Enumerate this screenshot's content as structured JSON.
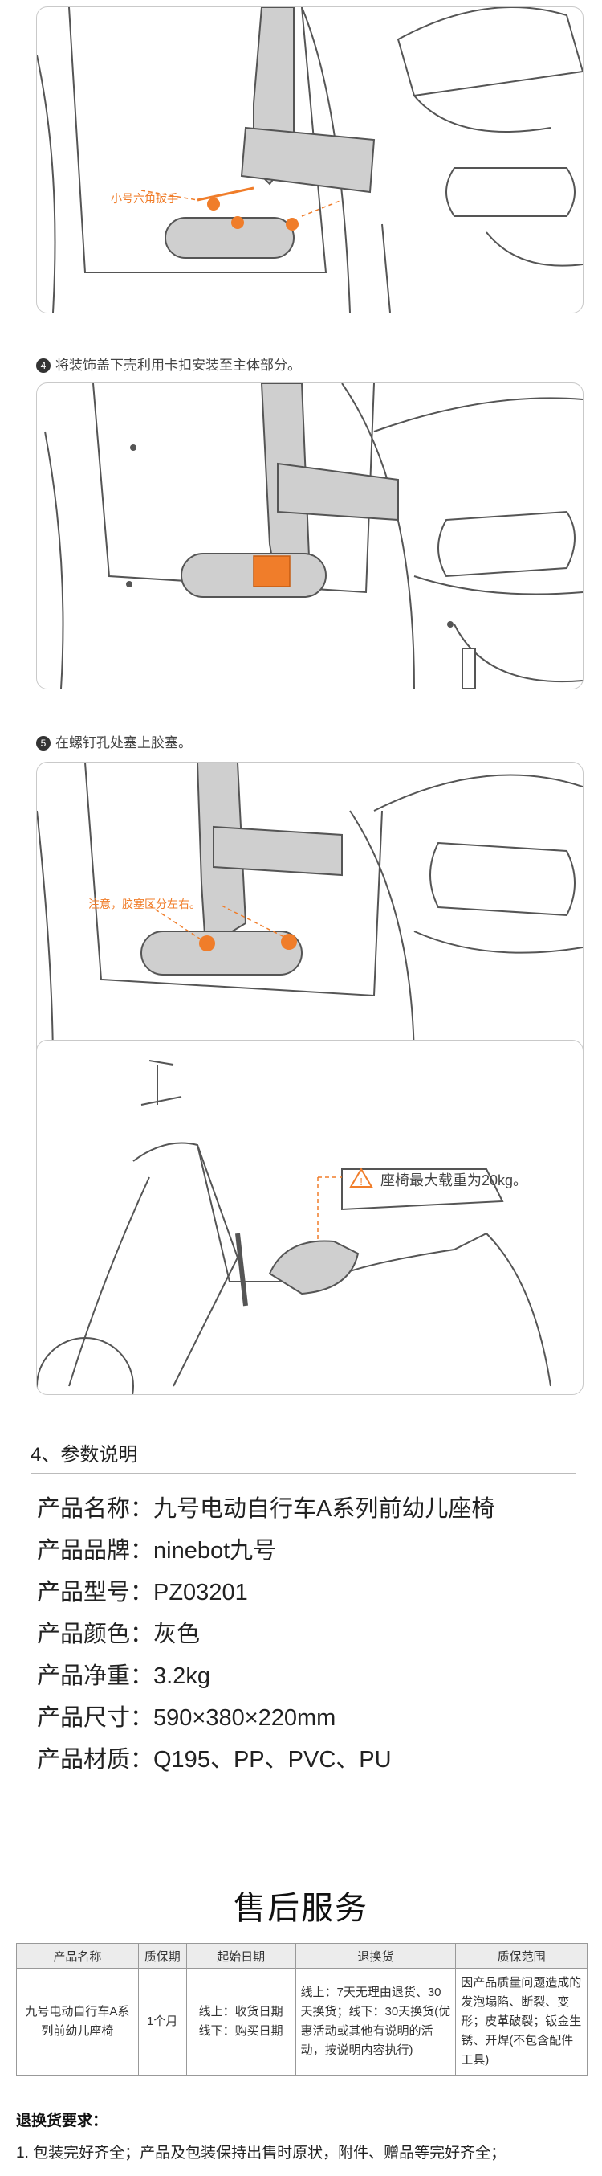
{
  "steps": {
    "step3_label": "小号六角扳手",
    "step4_number": "4",
    "step4_text": "将装饰盖下壳利用卡扣安装至主体部分。",
    "step5_number": "5",
    "step5_text": "在螺钉孔处塞上胶塞。",
    "step5_label": "注意，胶塞区分左右。",
    "step6_warning": "座椅最大载重为20kg。"
  },
  "params": {
    "heading": "4、参数说明",
    "items": [
      "产品名称：九号电动自行车A系列前幼儿座椅",
      "产品品牌：ninebot九号",
      "产品型号：PZ03201",
      "产品颜色：灰色",
      "产品净重：3.2kg",
      "产品尺寸：590×380×220mm",
      "产品材质：Q195、PP、PVC、PU"
    ]
  },
  "after_sales": {
    "title": "售后服务",
    "headers": [
      "产品名称",
      "质保期",
      "起始日期",
      "退换货",
      "质保范围"
    ],
    "row": {
      "name": "九号电动自行车A系列前幼儿座椅",
      "period": "1个月",
      "start": "线上：收货日期\n线下：购买日期",
      "returns": "线上：7天无理由退货、30天换货；线下：30天换货(优惠活动或其他有说明的活动，按说明内容执行)",
      "scope": "因产品质量问题造成的发泡塌陷、断裂、变形；皮革破裂；钣金生锈、开焊(不包含配件工具)"
    },
    "returns_title": "退换货要求：",
    "returns_item1": "1. 包装完好齐全；产品及包装保持出售时原状，附件、赠品等完好齐全；"
  },
  "colors": {
    "accent": "#f07d2a",
    "line": "#555555",
    "seat": "#cfcfcf"
  }
}
